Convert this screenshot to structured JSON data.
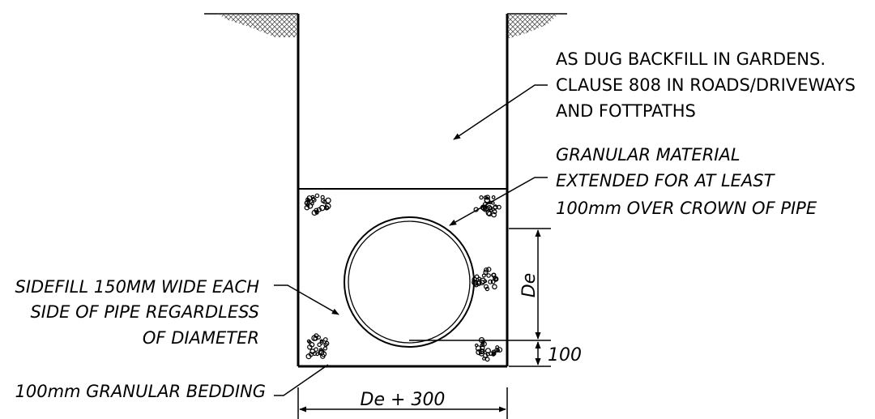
{
  "labels": {
    "backfill": [
      "AS DUG BACKFILL IN GARDENS.",
      "CLAUSE 808 IN ROADS/DRIVEWAYS",
      "AND FOTTPATHS"
    ],
    "granular": [
      "GRANULAR MATERIAL",
      "EXTENDED FOR AT LEAST",
      "100mm OVER CROWN OF PIPE"
    ],
    "sidefill": [
      "SIDEFILL 150MM WIDE EACH",
      "SIDE OF PIPE REGARDLESS",
      "OF DIAMETER"
    ],
    "bedding": "100mm GRANULAR BEDDING"
  },
  "dimensions": {
    "pipe_diameter": "De",
    "bedding_depth": "100",
    "trench_width": "De + 300"
  },
  "colors": {
    "line": "#000000",
    "hatch": "#555555"
  }
}
